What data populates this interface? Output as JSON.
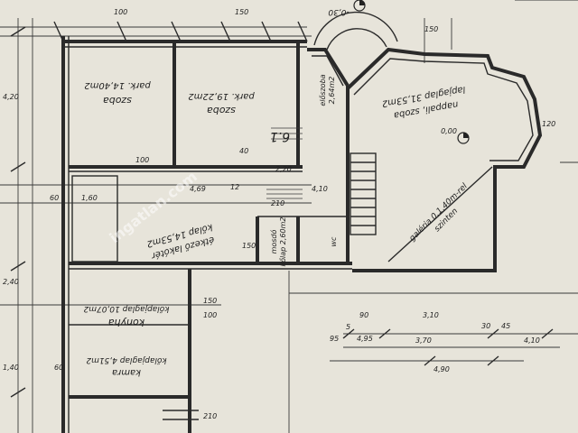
{
  "rooms": {
    "szoba_1": {
      "name": "szoba",
      "area": "park. 14,40m2"
    },
    "szoba_2": {
      "name": "szoba",
      "area": "park. 19,22m2"
    },
    "nappali": {
      "name": "nappali, szoba",
      "area": "lapjaglap 31,53m2"
    },
    "etkezo": {
      "name": "étkező lakótér",
      "area": "kőlap 14,53m2"
    },
    "konyha": {
      "name": "konyha",
      "area": "kőlapjaglap 10,07m2"
    },
    "kamra": {
      "name": "kamra",
      "area": "kőlapjaglap 4,51m2"
    },
    "elotszoba": {
      "name": "előszoba",
      "area": "2,64m2"
    },
    "mosdo": {
      "name": "mosdó",
      "area": "kőlap 2,60m2"
    },
    "wc": {
      "name": "wc",
      "area": ""
    },
    "galeria": {
      "name": "galéria 0,1,40m-rel",
      "area": "szinten"
    },
    "room_no": {
      "name": "6.1",
      "area": ""
    }
  },
  "levels": {
    "top": "-0,30",
    "center": "0,00"
  },
  "dimensions": {
    "d_150": "150",
    "d_100": "100",
    "d_60": "60",
    "d_160": "1,60",
    "d_469": "4,69",
    "d_12": "12",
    "d_240": "2,40",
    "d_420": "4,20",
    "d_140": "1,40",
    "d_495": "4,95",
    "d_90": "90",
    "d_310": "3,10",
    "d_370": "3,70",
    "d_45": "45",
    "d_30": "30",
    "d_410": "4,10",
    "d_490": "4,90",
    "d_95": "95",
    "d_5": "5",
    "d_210": "210",
    "d_120": "120",
    "d_220": "2,20",
    "d_40": "40"
  },
  "watermark": "ingatlan.com"
}
